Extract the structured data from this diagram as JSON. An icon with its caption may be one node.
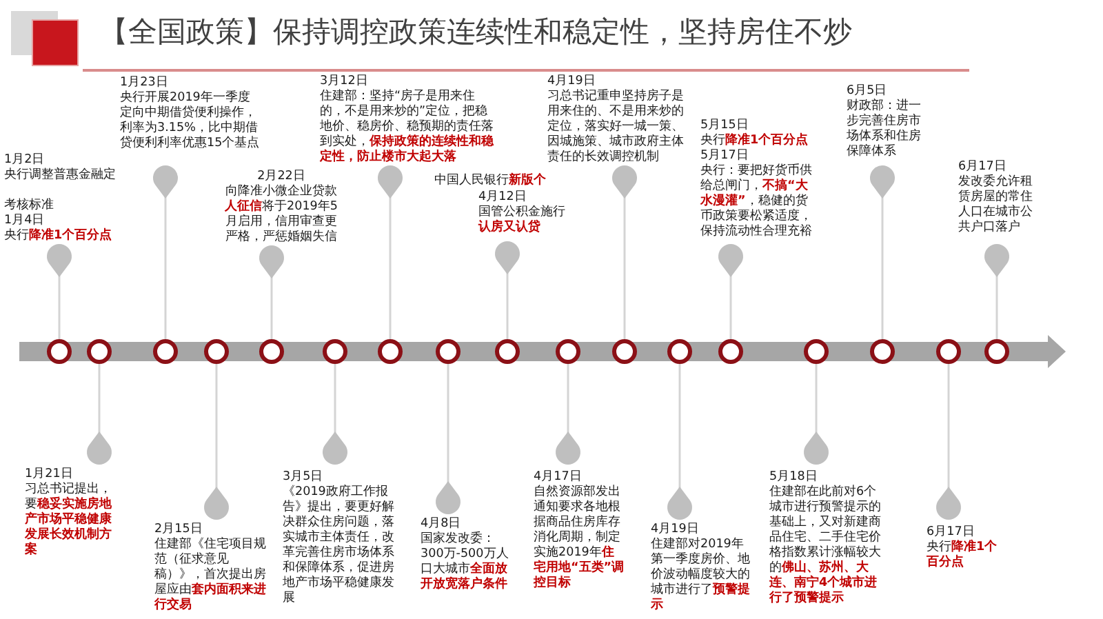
{
  "diagram": {
    "title": "【全国政策】保持调控政策连续性和稳定性，坚持房住不炒",
    "nodes": [
      {
        "text": [],
        "shape": "circle"
      },
      {
        "text": [],
        "shape": "circle"
      },
      {
        "text": [],
        "shape": "circle"
      },
      {
        "text": [],
        "shape": "circle"
      },
      {
        "text": [],
        "shape": "circle"
      },
      {
        "text": [],
        "shape": "circle"
      },
      {
        "text": [],
        "shape": "circle"
      },
      {
        "text": [],
        "shape": "circle"
      },
      {
        "text": [],
        "shape": "circle"
      },
      {
        "text": [],
        "shape": "circle"
      },
      {
        "text": [],
        "shape": "circle"
      },
      {
        "text": [],
        "shape": "circle"
      },
      {
        "text": [],
        "shape": "circle"
      },
      {
        "text": [],
        "shape": "circle"
      },
      {
        "text": [],
        "shape": "circle"
      },
      {
        "text": [],
        "shape": "circle"
      },
      {
        "text": [],
        "shape": "circle"
      },
      {
        "text": [
          "1月2日",
          "央行调整普惠金融定",
          "考核标准",
          "1月4日",
          "央行**降准1个百分点**"
        ]
      },
      {
        "text": [
          "1月21日",
          "习总书记提出，要**稳妥实施房地产市场平稳健康发展长效机制方案**"
        ]
      },
      {
        "text": [
          "1月23日",
          "央行开展2019年一季度定向中期借贷便利操作，利率为3.15%，比中期借贷便利利率优惠15个基点"
        ]
      },
      {
        "text": [
          "2月15日",
          "住建部《住宅项目规范（征求意见稿）》，首次提出房屋应由**套内面积来进行交易**"
        ]
      },
      {
        "text": [
          "2月22日",
          "向降准小微企业贷款",
          "**人征信**将于2019年5月启用，信用审查更严格，严惩婚姻失信"
        ]
      },
      {
        "text": [
          "3月5日",
          "《2019政府工作报告》提出，要更好解决群众住房问题，落实城市主体责任，改革完善住房市场体系和保障体系，促进房地产市场平稳健康发展"
        ]
      },
      {
        "text": [
          "3月12日",
          "住建部：坚持“房子是用来住的，不是用来炒的”定位，把稳地价、稳房价、稳预期的责任落到实处，**保持政策的连续性和稳定性，防止楼市大起大落**"
        ]
      },
      {
        "text": [
          "4月8日",
          "国家发改委：300万-500万人口大城市**全面放开放宽落户条件**"
        ]
      },
      {
        "text": [
          "4月12日",
          "国管公积金施行**认房又认贷**"
        ]
      },
      {
        "text": [
          "4月17日",
          "自然资源部发出通知要求各地根据商品住房库存消化周期，制定实施2019年**住宅用地“五类”调控目标**"
        ]
      },
      {
        "text": [
          "4月19日",
          "习总书记重申坚持房子是用来住的、不是用来炒的定位，落实好一城一策、因城施策、城市政府主体责任的长效调控机制"
        ]
      },
      {
        "text": [
          "4月19日",
          "住建部对2019年第一季度房价、地价波动幅度较大的城市进行了**预警提示**"
        ]
      },
      {
        "text": [
          "5月15日",
          "央行**降准1个百分点**",
          "5月17日",
          "央行：要把好货币供给总闸门，**不搞“大水漫灌”**，稳健的货币政策要松紧适度，保持流动性合理充裕"
        ]
      },
      {
        "text": [
          "5月18日",
          "住建部在此前对6个城市进行预警提示的基础上，又对新建商品住宅、二手住宅价格指数累计涨幅较大的**佛山、苏州、大连、南宁4个城市进行了预警提示**"
        ]
      },
      {
        "text": [
          "6月5日",
          "财政部：进一步完善住房市场体系和住房保障体系"
        ]
      },
      {
        "text": [
          "6月17日",
          "央行**降准1个百分点**"
        ]
      },
      {
        "text": [
          "6月17日",
          "发改委允许租赁房屋的常住人口在城市公共户口落户"
        ]
      }
    ],
    "edges": [
      {
        "from": 0,
        "to": 17,
        "arrow": "other"
      },
      {
        "from": 1,
        "to": 18,
        "arrow": "other"
      },
      {
        "from": 2,
        "to": 19,
        "arrow": "other"
      },
      {
        "from": 3,
        "to": 20,
        "arrow": "other"
      },
      {
        "from": 4,
        "to": 21,
        "arrow": "other"
      },
      {
        "from": 5,
        "to": 22,
        "arrow": "other"
      },
      {
        "from": 6,
        "to": 23,
        "arrow": "other"
      },
      {
        "from": 7,
        "to": 24,
        "arrow": "other"
      },
      {
        "from": 8,
        "to": 25,
        "arrow": "other"
      },
      {
        "from": 9,
        "to": 26,
        "arrow": "other"
      },
      {
        "from": 10,
        "to": 27,
        "arrow": "other"
      },
      {
        "from": 11,
        "to": 28,
        "arrow": "other"
      },
      {
        "from": 12,
        "to": 29,
        "arrow": "other"
      },
      {
        "from": 13,
        "to": 30,
        "arrow": "other"
      },
      {
        "from": 14,
        "to": 31,
        "arrow": "other"
      },
      {
        "from": 15,
        "to": 32,
        "arrow": "other"
      },
      {
        "from": 16,
        "to": 33,
        "arrow": "other"
      }
    ],
    "labels": [
      "中国人民银行**新版个**"
    ]
  }
}
